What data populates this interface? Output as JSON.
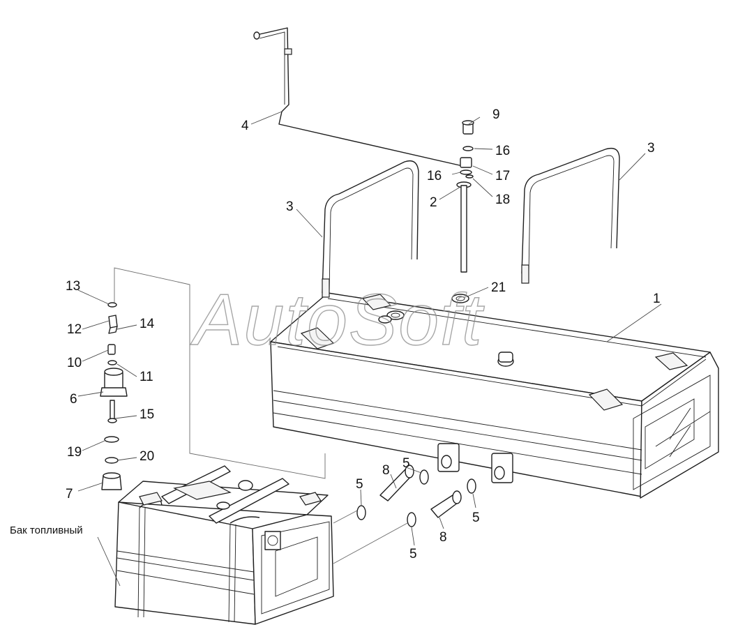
{
  "watermark": "AutoSoft",
  "caption": "Бак топливный",
  "callouts": {
    "c1": "1",
    "c2": "2",
    "c3a": "3",
    "c3b": "3",
    "c4": "4",
    "c5a": "5",
    "c5b": "5",
    "c5c": "5",
    "c5d": "5",
    "c6": "6",
    "c7": "7",
    "c8a": "8",
    "c8b": "8",
    "c9": "9",
    "c10": "10",
    "c11": "11",
    "c12": "12",
    "c13": "13",
    "c14": "14",
    "c15": "15",
    "c16a": "16",
    "c16b": "16",
    "c17": "17",
    "c18": "18",
    "c19": "19",
    "c20": "20",
    "c21": "21"
  },
  "colors": {
    "line": "#1e1e1e",
    "watermark": "#8a8a8a",
    "background": "#ffffff"
  }
}
